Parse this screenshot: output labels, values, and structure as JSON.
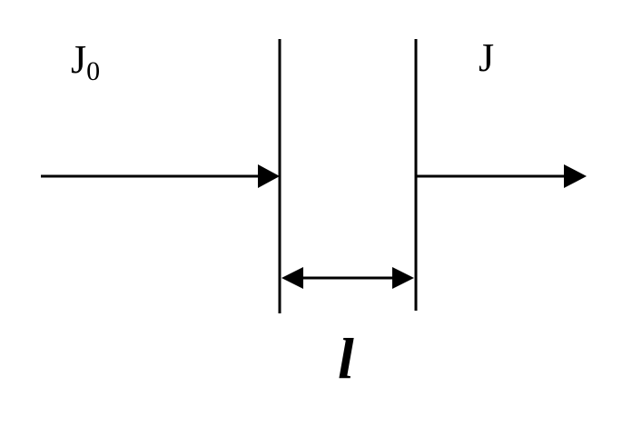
{
  "labels": {
    "incident_main": "J",
    "incident_sub": "0",
    "transmitted": "J",
    "thickness": "l"
  },
  "colors": {
    "stroke": "#000000",
    "background": "#ffffff"
  }
}
